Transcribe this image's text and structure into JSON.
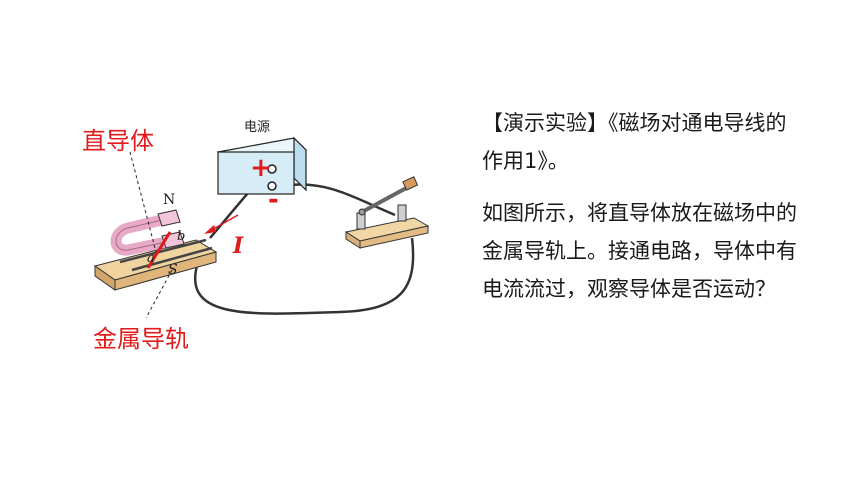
{
  "figure": {
    "power_label": "电源",
    "plus_sign": "+",
    "minus_sign": "-",
    "current_label": "I",
    "pole_n": "N",
    "pole_s": "S",
    "letter_a": "a",
    "letter_b": "b",
    "conductor_label": "直导体",
    "rail_label": "金属导轨"
  },
  "text": {
    "title": "【演示实验】《磁场对通电导线的作用1》。",
    "body": "如图所示，将直导体放在磁场中的金属导轨上。接通电路，导体中有电流流过，观察导体是否运动？"
  },
  "colors": {
    "label_red": "#e11b1b",
    "wood": "#e9c58f",
    "power_box": "#d6ecf7",
    "magnet_pink": "#e7a9c6",
    "wire": "#333333"
  }
}
